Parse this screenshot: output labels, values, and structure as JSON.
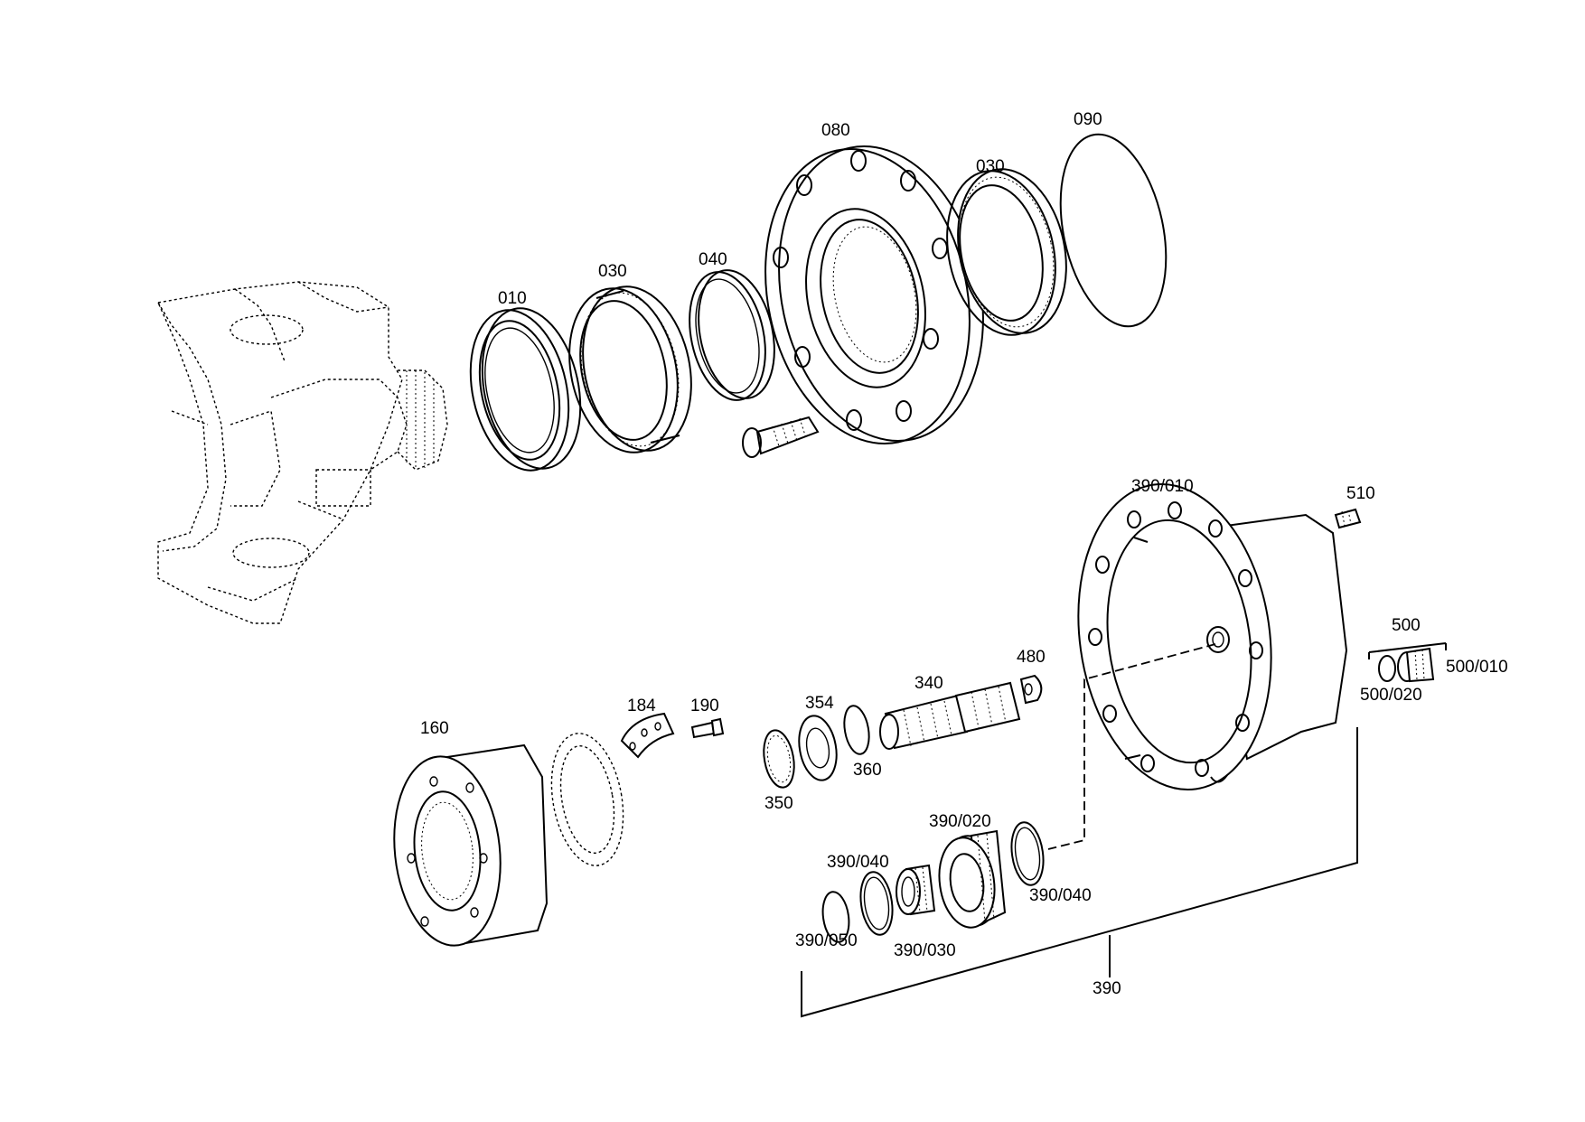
{
  "diagram": {
    "parts": [
      {
        "id": "p010",
        "label": "010"
      },
      {
        "id": "p030a",
        "label": "030"
      },
      {
        "id": "p040",
        "label": "040"
      },
      {
        "id": "p080",
        "label": "080"
      },
      {
        "id": "p030b",
        "label": "030"
      },
      {
        "id": "p090",
        "label": "090"
      },
      {
        "id": "p390_010",
        "label": "390/010"
      },
      {
        "id": "p510",
        "label": "510"
      },
      {
        "id": "p500",
        "label": "500"
      },
      {
        "id": "p500_010",
        "label": "500/010"
      },
      {
        "id": "p500_020",
        "label": "500/020"
      },
      {
        "id": "p480",
        "label": "480"
      },
      {
        "id": "p340",
        "label": "340"
      },
      {
        "id": "p354",
        "label": "354"
      },
      {
        "id": "p360",
        "label": "360"
      },
      {
        "id": "p350",
        "label": "350"
      },
      {
        "id": "p184",
        "label": "184"
      },
      {
        "id": "p190",
        "label": "190"
      },
      {
        "id": "p160",
        "label": "160"
      },
      {
        "id": "p390_020",
        "label": "390/020"
      },
      {
        "id": "p390_040a",
        "label": "390/040"
      },
      {
        "id": "p390_040b",
        "label": "390/040"
      },
      {
        "id": "p390_050",
        "label": "390/050"
      },
      {
        "id": "p390_030",
        "label": "390/030"
      },
      {
        "id": "p390",
        "label": "390"
      }
    ]
  }
}
